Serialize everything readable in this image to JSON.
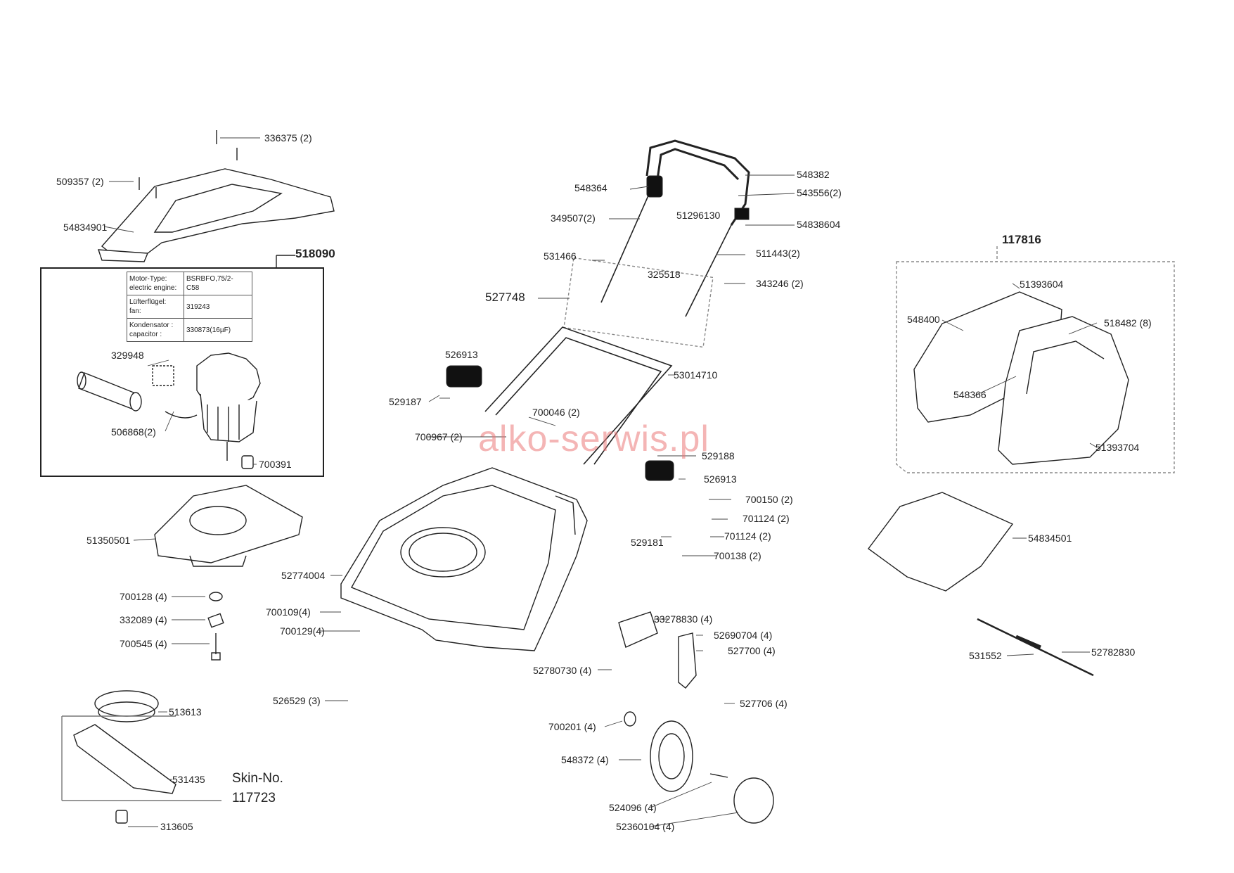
{
  "watermark": "alko-serwis.pl",
  "groups": {
    "motor_kit": "518090",
    "grass_box": "117816"
  },
  "skin": {
    "label": "Skin-No.",
    "number": "117723"
  },
  "motor_table": [
    {
      "key": "Motor-Type:\nelectric engine:",
      "value": "BSRBFO,75/2-\nC58"
    },
    {
      "key": "Lüfterflügel:\nfan:",
      "value": "319243"
    },
    {
      "key": "Kondensator :\ncapacitor :",
      "value": "330873(16µF)"
    }
  ],
  "parts": {
    "p336375": "336375 (2)",
    "p509357": "509357 (2)",
    "p54834901": "54834901",
    "p329948": "329948",
    "p506868": "506868(2)",
    "p700391": "700391",
    "p51350501": "51350501",
    "p700128": "700128 (4)",
    "p332089": "332089 (4)",
    "p700545": "700545 (4)",
    "p513613": "513613",
    "p531435": "531435",
    "p313605": "313605",
    "p526529": "526529 (3)",
    "p700109": "700109(4)",
    "p700129": "700129(4)",
    "p52774004": "52774004",
    "p700967": "700967 (2)",
    "p700046": "700046 (2)",
    "p529187": "529187",
    "p526913a": "526913",
    "p527748": "527748",
    "p531466": "531466",
    "p349507": "349507(2)",
    "p548364": "548364",
    "p51296130": "51296130",
    "p325518": "325518",
    "p548382": "548382",
    "p543556": "543556(2)",
    "p54838604": "54838604",
    "p511443": "511443(2)",
    "p343246": "343246 (2)",
    "p53014710": "53014710",
    "p529188": "529188",
    "p526913b": "526913",
    "p700150": "700150 (2)",
    "p701124a": "701124 (2)",
    "p529181": "529181",
    "p701124b": "701124 (2)",
    "p700138": "700138 (2)",
    "p33278830": "33278830 (4)",
    "p52690704": "52690704 (4)",
    "p527700": "527700 (4)",
    "p52780730": "52780730 (4)",
    "p527706": "527706 (4)",
    "p700201": "700201 (4)",
    "p548372": "548372 (4)",
    "p524096": "524096 (4)",
    "p52360104": "52360104 (4)",
    "p51393604": "51393604",
    "p548400": "548400",
    "p518482": "518482 (8)",
    "p548366": "548366",
    "p51393704": "51393704",
    "p54834501": "54834501",
    "p531552": "531552",
    "p52782830": "52782830"
  }
}
